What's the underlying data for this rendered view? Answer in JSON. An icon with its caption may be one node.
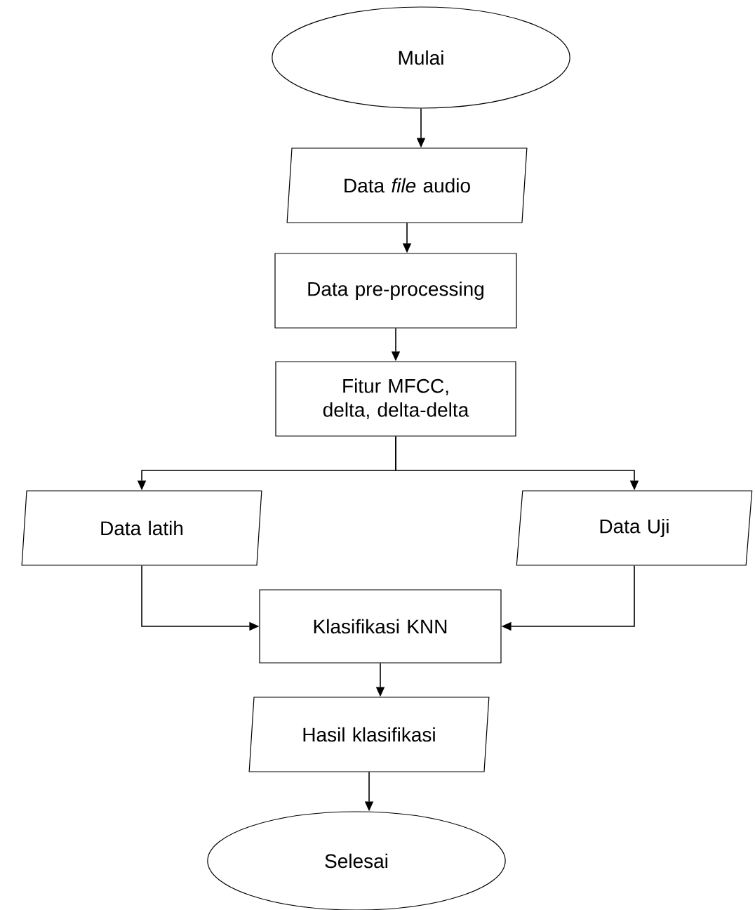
{
  "diagram": {
    "nodes": [
      {
        "text": [
          "Mulai"
        ]
      },
      {
        "text": [
          "Data *file* audio"
        ]
      },
      {
        "text": [
          "Data pre-processing"
        ]
      },
      {
        "text": [
          "Fitur MFCC, delta, delta-delta"
        ]
      },
      {
        "text": [
          "Data latih"
        ]
      },
      {
        "text": [
          "Data Uji"
        ]
      },
      {
        "text": [
          "Klasifikasi KNN"
        ]
      },
      {
        "text": [
          "Hasil klasifikasi"
        ]
      },
      {
        "text": [
          "Selesai"
        ]
      }
    ],
    "edges": [
      {
        "from": 0,
        "to": 1,
        "arrow": "to"
      },
      {
        "from": 1,
        "to": 2,
        "arrow": "to"
      },
      {
        "from": 2,
        "to": 3,
        "arrow": "to"
      },
      {
        "from": 3,
        "to": 4,
        "arrow": "to"
      },
      {
        "from": 3,
        "to": 5,
        "arrow": "to"
      },
      {
        "from": 4,
        "to": 6,
        "arrow": "to"
      },
      {
        "from": 5,
        "to": 6,
        "arrow": "to"
      },
      {
        "from": 6,
        "to": 7,
        "arrow": "to"
      },
      {
        "from": 7,
        "to": 8,
        "arrow": "to"
      }
    ]
  }
}
